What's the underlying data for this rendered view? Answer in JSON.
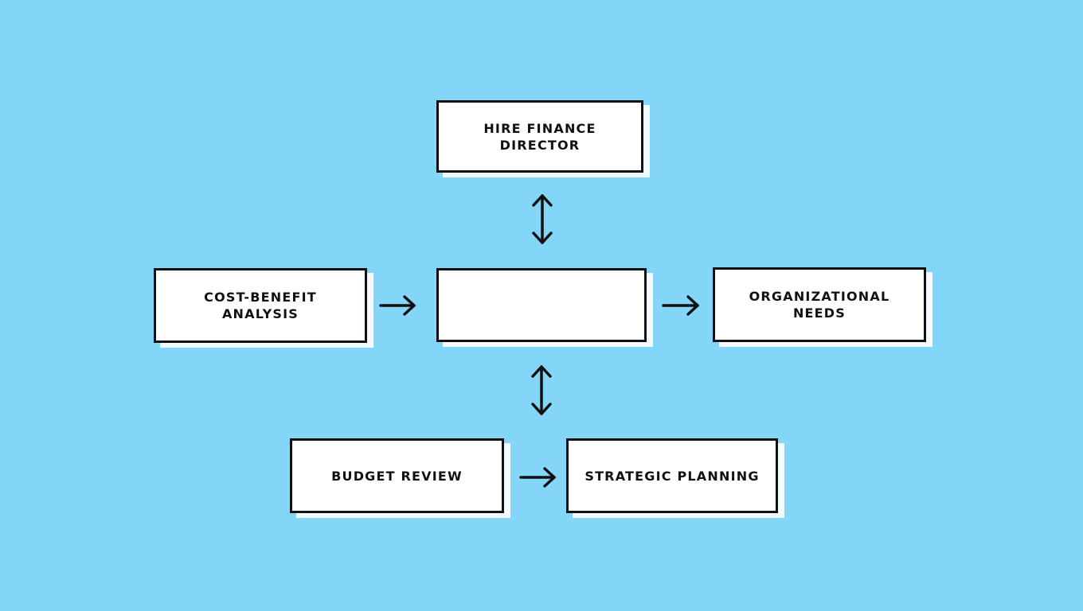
{
  "diagram": {
    "background": "#84d6f8",
    "border_color": "#111111",
    "box_fill": "#ffffff",
    "nodes": {
      "hire_finance_director": "HIRE FINANCE\nDIRECTOR",
      "center": "",
      "cost_benefit_analysis": "COST-BENEFIT\nANALYSIS",
      "organizational_needs": "ORGANIZATIONAL\nNEEDS",
      "budget_review": "BUDGET REVIEW",
      "strategic_planning": "STRATEGIC PLANNING"
    },
    "edges": [
      {
        "from": "hire_finance_director",
        "to": "center",
        "bidirectional": true
      },
      {
        "from": "cost_benefit_analysis",
        "to": "center",
        "bidirectional": false
      },
      {
        "from": "center",
        "to": "organizational_needs",
        "bidirectional": false
      },
      {
        "from": "center",
        "to": "budget_review",
        "bidirectional": true
      },
      {
        "from": "budget_review",
        "to": "strategic_planning",
        "bidirectional": false
      }
    ]
  }
}
